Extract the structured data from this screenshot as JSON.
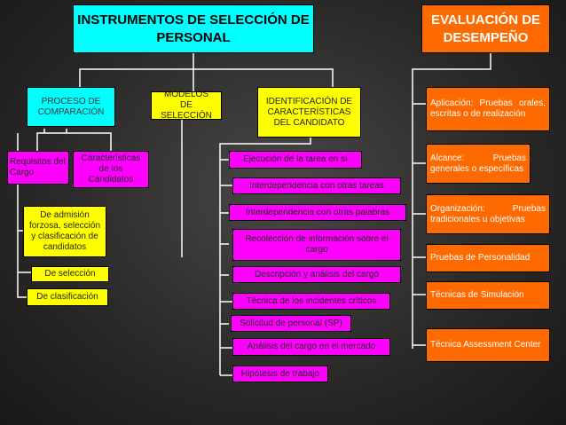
{
  "left": {
    "title": "INSTRUMENTOS DE SELECCIÓN DE PERSONAL",
    "proceso": "PROCESO DE COMPARACIÓN",
    "requisitos": "Requisitos del Cargo",
    "caracteristicas": "Características de los Candidatos",
    "admision": "De admisión forzosa, selección y clasificación de candidatos",
    "seleccion": "De selección",
    "clasificacion": "De clasificación",
    "modelos": "MODELOS DE SELECCIÓN",
    "identificacion": "IDENTIFICACIÓN DE CARACTERÍSTICAS DEL CANDIDATO",
    "tecnicas": [
      "Ejecución de la tarea en sí",
      "Interdependencia con otras tareas",
      "Interdependencia con otras palabras",
      "Recolección de información sobre el cargo",
      "Descripción y análisis del cargo",
      "Técnica de los incidentes críticos",
      "Solicitud de personal (SP)",
      "Análisis del cargo en el mercado",
      "Hipótesis de trabajo"
    ]
  },
  "right": {
    "title": "EVALUACIÓN DE DESEMPEÑO",
    "items": [
      "Aplicación: Pruebas orales, escritas o de realización",
      "Alcance: Pruebas generales o específicas",
      "Organización: Pruebas tradicionales u objetivas",
      "Pruebas de Personalidad",
      "Técnicas de Simulación",
      "Técnica Assessment Center"
    ]
  },
  "colors": {
    "title": "#00ffff",
    "node_cyan": "#00ffff",
    "node_magenta": "#ff00ff",
    "node_yellow": "#ffff00",
    "node_orange": "#ff6a00",
    "connector": "#ffffff"
  }
}
